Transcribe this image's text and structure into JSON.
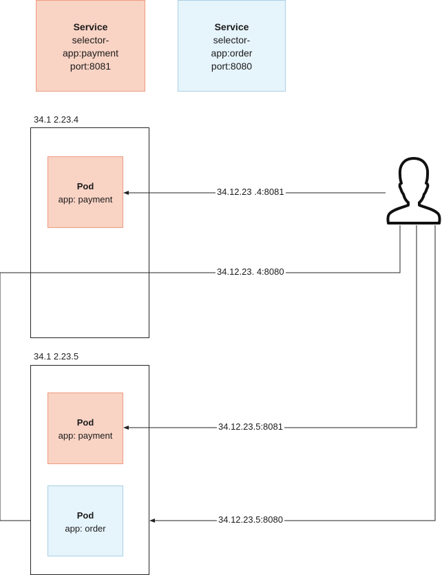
{
  "services": [
    {
      "title": "Service",
      "line1": "selector-",
      "line2": "app:payment",
      "line3": "port:8081"
    },
    {
      "title": "Service",
      "line1": "selector-",
      "line2": "app:order",
      "line3": "port:8080"
    }
  ],
  "nodes": [
    {
      "label": "34.1 2.23.4"
    },
    {
      "label": "34.1 2.23.5"
    }
  ],
  "pods": [
    {
      "title": "Pod",
      "app": "app: payment"
    },
    {
      "title": "Pod",
      "app": "app: payment"
    },
    {
      "title": "Pod",
      "app": "app: order"
    }
  ],
  "connections": [
    {
      "label": "34.12.23 .4:8081"
    },
    {
      "label": "34.12.23. 4:8080"
    },
    {
      "label": "34.12.23.5:8081"
    },
    {
      "label": "34.12.23.5:8080"
    }
  ],
  "colors": {
    "payment_fill": "#f9d3c4",
    "payment_border": "#ee9a80",
    "order_fill": "#e6f4fc",
    "order_border": "#a9cfe2",
    "line": "#222222"
  },
  "icons": {
    "user": "user-silhouette-icon"
  }
}
